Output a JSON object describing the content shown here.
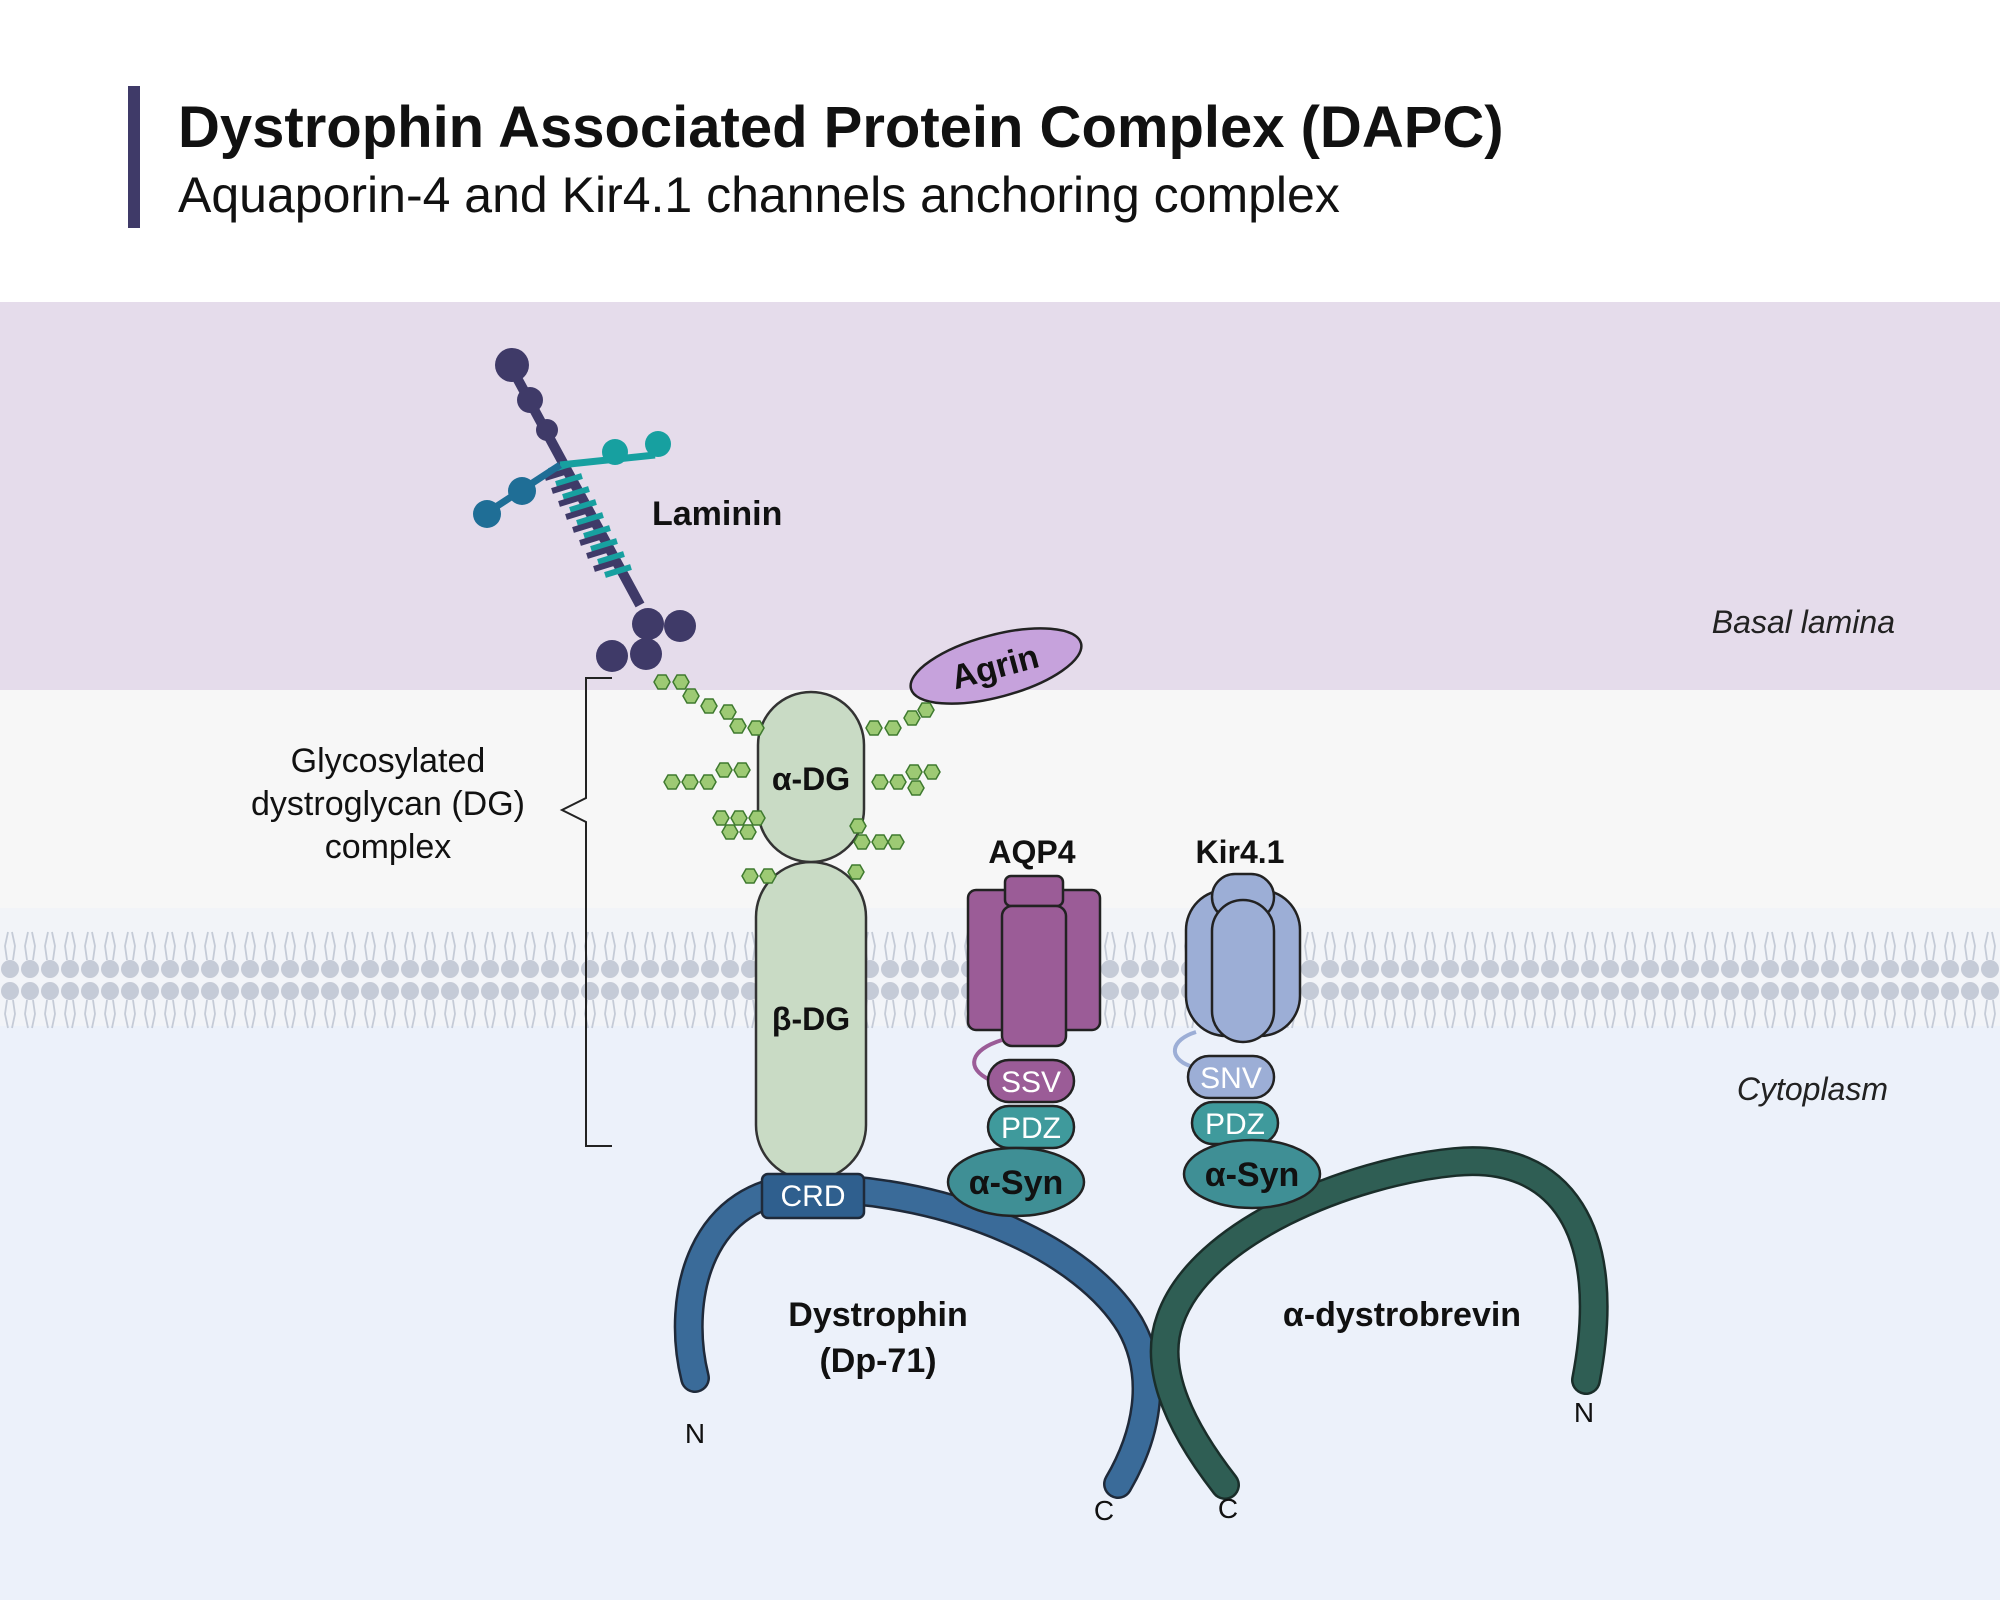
{
  "header": {
    "title": "Dystrophin Associated Protein Complex (DAPC)",
    "subtitle": "Aquaporin-4 and Kir4.1 channels anchoring complex"
  },
  "regions": {
    "basal_lamina": "Basal lamina",
    "cytoplasm": "Cytoplasm"
  },
  "labels": {
    "laminin": "Laminin",
    "agrin": "Agrin",
    "dg_complex_line1": "Glycosylated",
    "dg_complex_line2": "dystroglycan (DG)",
    "dg_complex_line3": "complex",
    "alpha_dg": "α-DG",
    "beta_dg": "β-DG",
    "crd": "CRD",
    "aqp4": "AQP4",
    "kir41": "Kir4.1",
    "ssv": "SSV",
    "snv": "SNV",
    "pdz_1": "PDZ",
    "pdz_2": "PDZ",
    "asyn_1": "α-Syn",
    "asyn_2": "α-Syn",
    "dystrophin_line1": "Dystrophin",
    "dystrophin_line2": "(Dp-71)",
    "dystrobrevin": "α-dystrobrevin",
    "dystrophin_n": "N",
    "dystrophin_c": "C",
    "dystrobrevin_n": "N",
    "dystrobrevin_c": "C"
  },
  "colors": {
    "basal_lamina_bg": "#e5dceb",
    "extracellular_bg": "#f7f7f7",
    "cytoplasm_bg": "#ecf1fa",
    "header_bar": "#3f3a68",
    "laminin_dark": "#3f3a68",
    "laminin_teal": "#17a0a0",
    "laminin_blue": "#1f6e96",
    "glycan_green": "#9dca74",
    "dg_fill": "#c9dbc5",
    "agrin_fill": "#c6a2dc",
    "aqp4_fill": "#9b5c97",
    "kir_fill": "#9caed6",
    "pdz_fill": "#3f9a9c",
    "asyn_fill": "#3f8f95",
    "dystrophin_stroke": "#3a6b99",
    "dystrobrevin_stroke": "#2f5e54",
    "membrane_head": "#c5cbd7"
  }
}
